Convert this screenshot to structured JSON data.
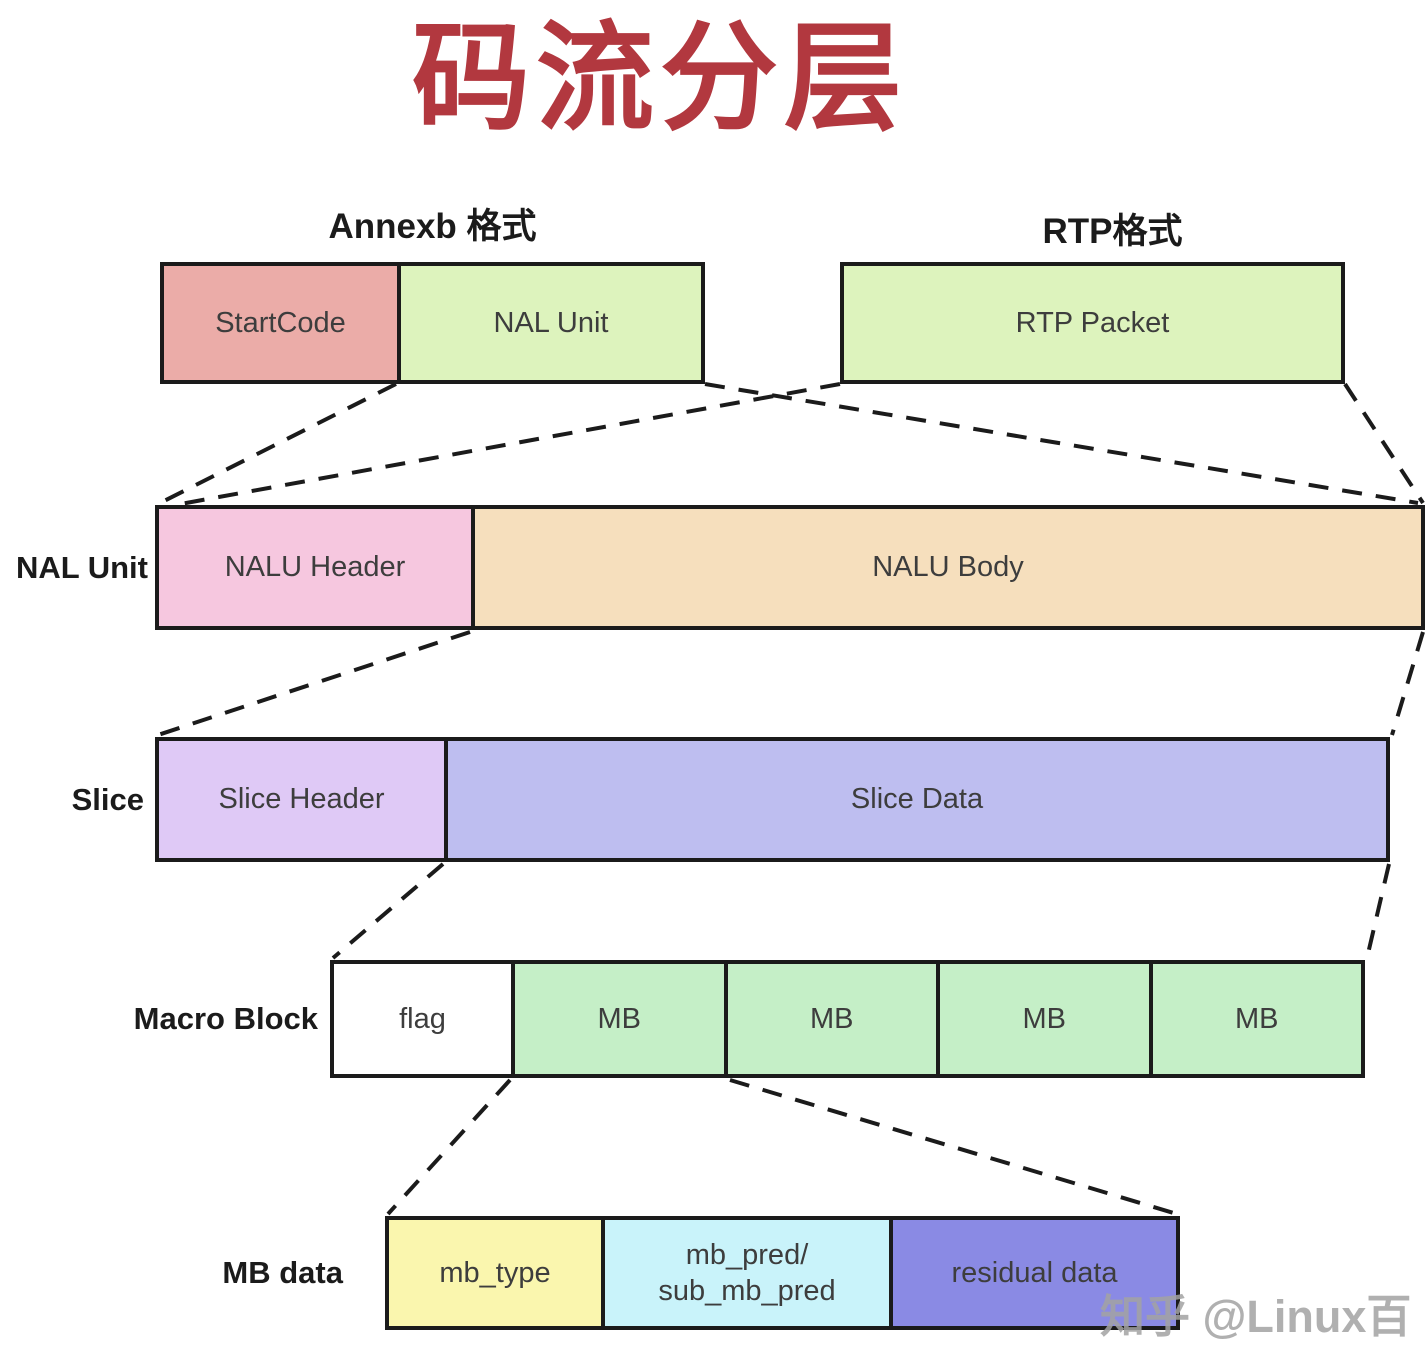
{
  "title": "码流分层",
  "format_labels": {
    "annexb": "Annexb 格式",
    "rtp": "RTP格式"
  },
  "rows": [
    {
      "label": "",
      "segments": [
        {
          "text": "StartCode"
        },
        {
          "text": "NAL Unit"
        },
        {
          "text": "RTP Packet"
        }
      ]
    },
    {
      "label": "NAL Unit",
      "segments": [
        {
          "text": "NALU Header"
        },
        {
          "text": "NALU Body"
        }
      ]
    },
    {
      "label": "Slice",
      "segments": [
        {
          "text": "Slice Header"
        },
        {
          "text": "Slice Data"
        }
      ]
    },
    {
      "label": "Macro Block",
      "segments": [
        {
          "text": "flag"
        },
        {
          "text": "MB"
        },
        {
          "text": "MB"
        },
        {
          "text": "MB"
        },
        {
          "text": "MB"
        }
      ]
    },
    {
      "label": "MB data",
      "segments": [
        {
          "text": "mb_type"
        },
        {
          "text": "mb_pred/\nsub_mb_pred"
        },
        {
          "text": "residual data"
        }
      ]
    }
  ],
  "watermark": "知乎 @Linux百",
  "colors": {
    "title": "#B2383F",
    "startcode": "#EBACA8",
    "nal_unit": "#DDF3BD",
    "rtp_packet": "#DDF3BD",
    "nalu_header": "#F6C7DF",
    "nalu_body": "#F6DFBD",
    "slice_header": "#DFC9F6",
    "slice_data": "#BEBEF0",
    "flag": "#FFFFFF",
    "mb": "#C5EFC7",
    "mb_type": "#FAF6AE",
    "mb_pred": "#C9F3FA",
    "residual_data": "#8A8AE4"
  }
}
